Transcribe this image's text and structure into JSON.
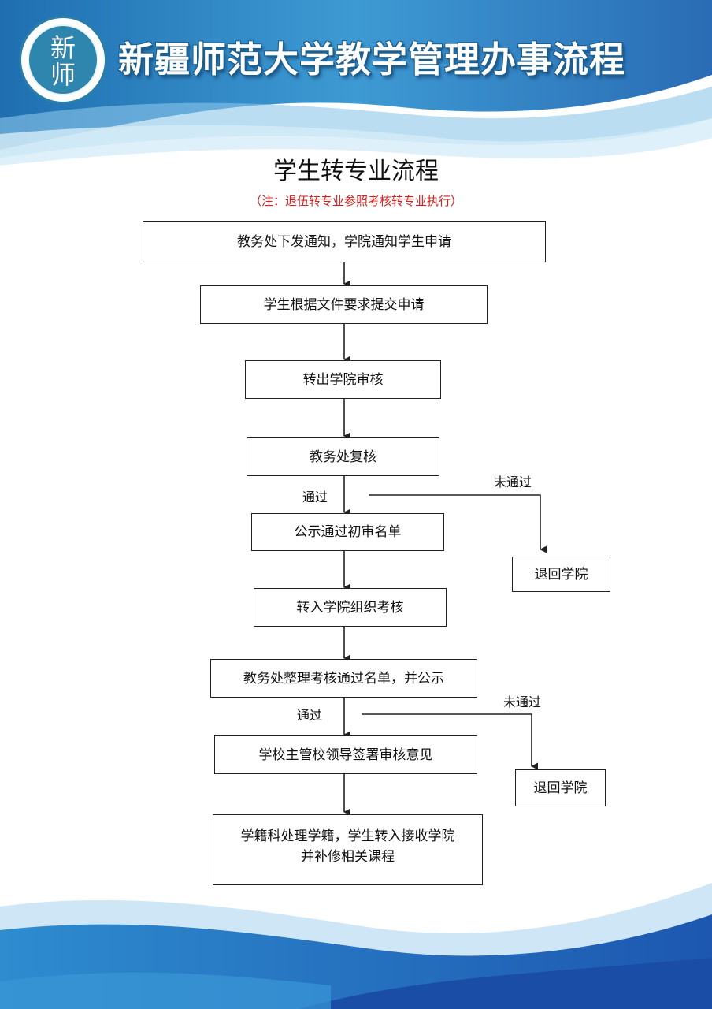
{
  "header": {
    "logo_chars": [
      "新",
      "师"
    ],
    "banner_title": "新疆师范大学教学管理办事流程"
  },
  "flowchart": {
    "title": "学生转专业流程",
    "note": "（注：退伍转专业参照考核转专业执行）",
    "steps": [
      "教务处下发通知，学院通知学生申请",
      "学生根据文件要求提交申请",
      "转出学院审核",
      "教务处复核",
      "公示通过初审名单",
      "转入学院组织考核",
      "教务处整理考核通过名单，并公示",
      "学校主管校领导签署审核意见",
      "学籍科处理学籍，学生转入接收学院并补修相关课程"
    ],
    "final_step_lines": [
      "学籍科处理学籍，学生转入接收学院",
      "并补修相关课程"
    ],
    "reject_box": "退回学院",
    "pass_label": "通过",
    "fail_label": "未通过"
  },
  "colors": {
    "banner_blue": "#2a7fb8",
    "note_red": "#d81e1e",
    "line": "#222222"
  }
}
